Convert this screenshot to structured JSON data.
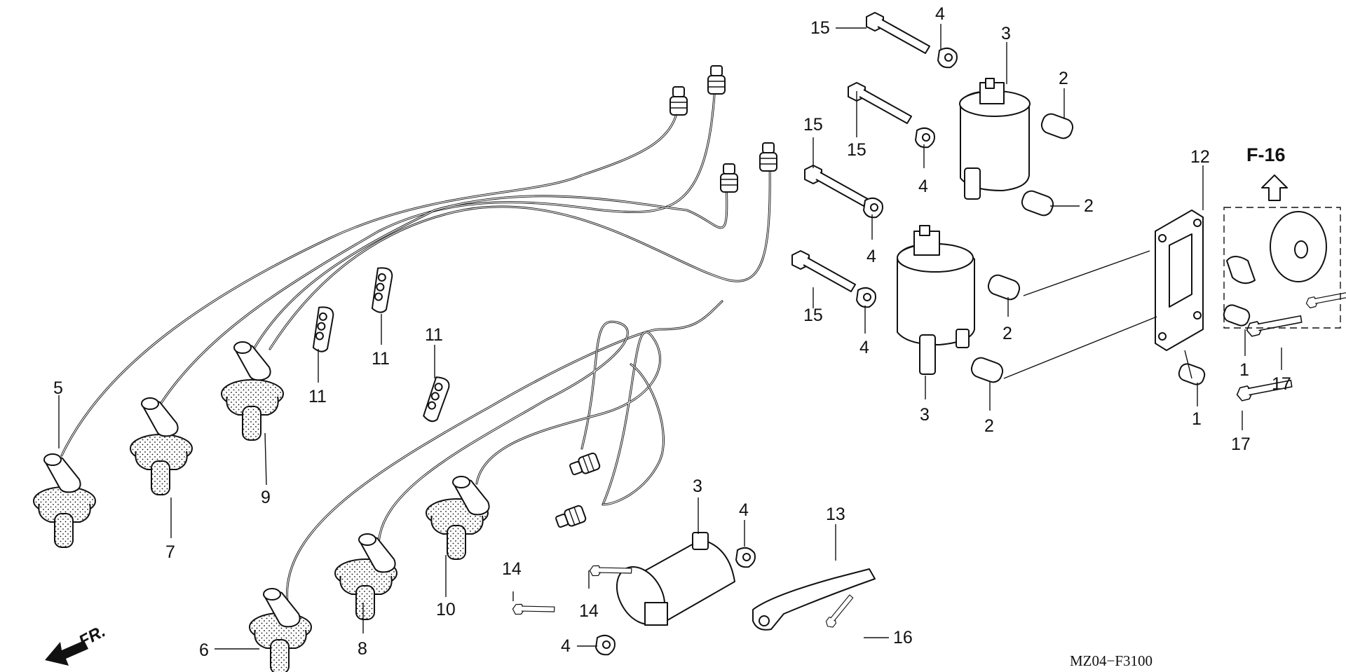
{
  "diagram": {
    "callouts": [
      {
        "id": "c5",
        "text": "5"
      },
      {
        "id": "c7",
        "text": "7"
      },
      {
        "id": "c9",
        "text": "9"
      },
      {
        "id": "c11a",
        "text": "11"
      },
      {
        "id": "c11b",
        "text": "11"
      },
      {
        "id": "c11c",
        "text": "11"
      },
      {
        "id": "c6",
        "text": "6"
      },
      {
        "id": "c8",
        "text": "8"
      },
      {
        "id": "c10",
        "text": "10"
      },
      {
        "id": "c14a",
        "text": "14"
      },
      {
        "id": "c14b",
        "text": "14"
      },
      {
        "id": "c3a",
        "text": "3"
      },
      {
        "id": "c4a",
        "text": "4"
      },
      {
        "id": "c4b",
        "text": "4"
      },
      {
        "id": "c13",
        "text": "13"
      },
      {
        "id": "c16",
        "text": "16"
      },
      {
        "id": "c15a",
        "text": "15"
      },
      {
        "id": "c4c",
        "text": "4"
      },
      {
        "id": "c3b",
        "text": "3"
      },
      {
        "id": "c2a",
        "text": "2"
      },
      {
        "id": "c15b",
        "text": "15"
      },
      {
        "id": "c15c",
        "text": "15"
      },
      {
        "id": "c4d",
        "text": "4"
      },
      {
        "id": "c2b",
        "text": "2"
      },
      {
        "id": "c4e",
        "text": "4"
      },
      {
        "id": "c15d",
        "text": "15"
      },
      {
        "id": "c4f",
        "text": "4"
      },
      {
        "id": "c2c",
        "text": "2"
      },
      {
        "id": "c3c",
        "text": "3"
      },
      {
        "id": "c2d",
        "text": "2"
      },
      {
        "id": "c12",
        "text": "12"
      },
      {
        "id": "c1a",
        "text": "1"
      },
      {
        "id": "c17a",
        "text": "17"
      },
      {
        "id": "c1b",
        "text": "1"
      },
      {
        "id": "c17b",
        "text": "17"
      }
    ],
    "front_label": "FR.",
    "ref_label": "F-16",
    "diagram_code": "MZ04−F3100"
  }
}
